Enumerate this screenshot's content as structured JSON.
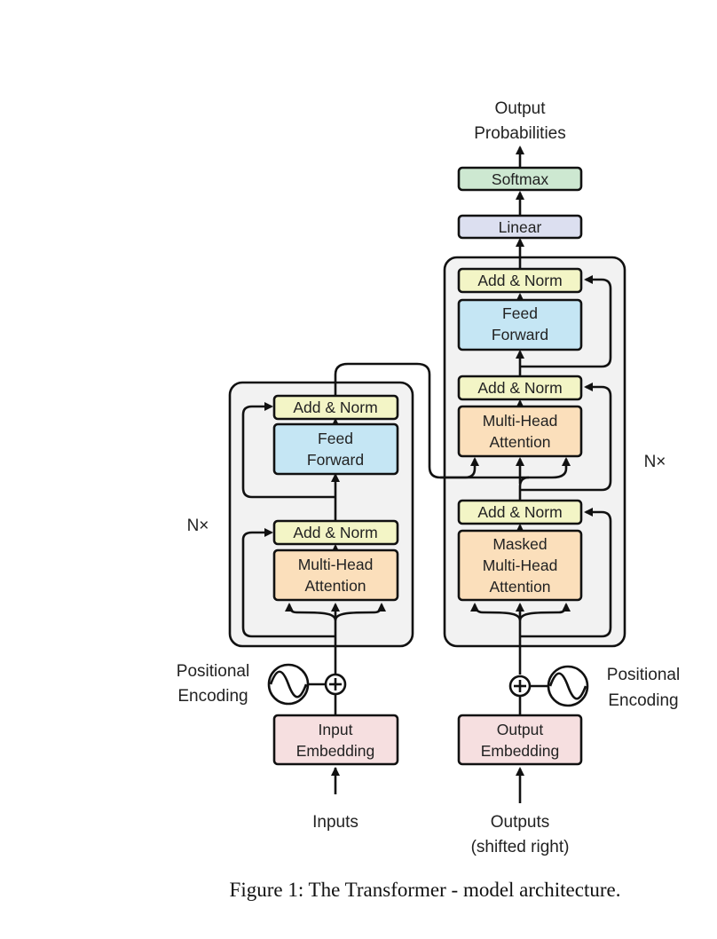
{
  "encoder": {
    "repeat": "N×",
    "add_norm_top": "Add & Norm",
    "feed_forward": [
      "Feed",
      "Forward"
    ],
    "add_norm_bottom": "Add & Norm",
    "attention": [
      "Multi-Head",
      "Attention"
    ],
    "positional_encoding": [
      "Positional",
      "Encoding"
    ],
    "embedding": [
      "Input",
      "Embedding"
    ],
    "input_label": "Inputs"
  },
  "decoder": {
    "repeat": "N×",
    "add_norm_top": "Add & Norm",
    "feed_forward": [
      "Feed",
      "Forward"
    ],
    "add_norm_middle": "Add & Norm",
    "cross_attention": [
      "Multi-Head",
      "Attention"
    ],
    "add_norm_bottom": "Add & Norm",
    "masked_attention": [
      "Masked",
      "Multi-Head",
      "Attention"
    ],
    "positional_encoding": [
      "Positional",
      "Encoding"
    ],
    "embedding": [
      "Output",
      "Embedding"
    ],
    "output_label": [
      "Outputs",
      "(shifted right)"
    ]
  },
  "head": {
    "linear": "Linear",
    "softmax": "Softmax",
    "output": [
      "Output",
      "Probabilities"
    ]
  },
  "caption": "Figure 1: The Transformer - model architecture.",
  "colors": {
    "add_norm": "#f3f5c6",
    "feed_forward": "#c5e6f4",
    "attention": "#fbdfbb",
    "embedding": "#f6dfe0",
    "linear": "#dcdff0",
    "softmax": "#cde8d1",
    "stack_bg": "#f2f2f2"
  }
}
